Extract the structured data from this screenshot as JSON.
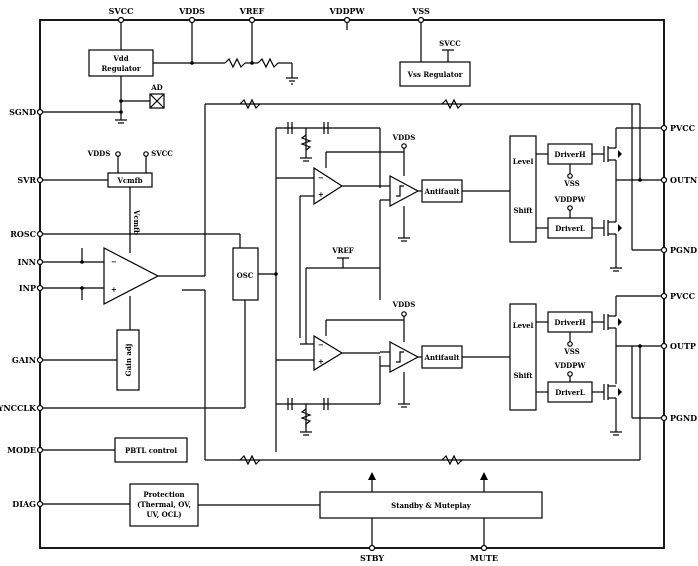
{
  "pins": {
    "top": {
      "svcc": "SVCC",
      "vdds": "VDDS",
      "vref": "VREF",
      "vddpw": "VDDPW",
      "vss": "VSS"
    },
    "left": {
      "sgnd": "SGND",
      "svr": "SVR",
      "rosc": "ROSC",
      "inn": "INN",
      "inp": "INP",
      "gain": "GAIN",
      "syncclk": "SYNCCLK",
      "mode": "MODE",
      "diag": "DIAG"
    },
    "right": {
      "pvcc_top": "PVCC",
      "outn": "OUTN",
      "pgnd_top": "PGND",
      "pvcc_bot": "PVCC",
      "outp": "OUTP",
      "pgnd_bot": "PGND"
    },
    "bottom": {
      "stby": "STBY",
      "mute": "MUTE"
    }
  },
  "blocks": {
    "vdd_regulator": [
      "Vdd",
      "Regulator"
    ],
    "vss_regulator": "Vss Regulator",
    "svcc_local": "SVCC",
    "ad": "AD",
    "vcmfb": "Vcmfb",
    "vcmfb_net": "Vcmfb",
    "vdds_svr": "VDDS",
    "svcc_svr": "SVCC",
    "osc": "OSC",
    "gain_adj": "Gain adj",
    "pbtl_control": "PBTL control",
    "protection": [
      "Protection",
      "(Thermal, OV,",
      "UV, OCL)"
    ],
    "standby_mute": "Standby & Muteplay",
    "vref_mid": "VREF",
    "vdds_ch1": "VDDS",
    "vdds_ch2": "VDDS",
    "antifault_1": "Antifault",
    "antifault_2": "Antifault",
    "level_1": "Level",
    "shift_1": "Shift",
    "level_2": "Level",
    "shift_2": "Shift",
    "driverh_1": "DriverH",
    "driverl_1": "DriverL",
    "driverh_2": "DriverH",
    "driverl_2": "DriverL",
    "vss_1": "VSS",
    "vddpw_1": "VDDPW",
    "vss_2": "VSS",
    "vddpw_2": "VDDPW"
  }
}
